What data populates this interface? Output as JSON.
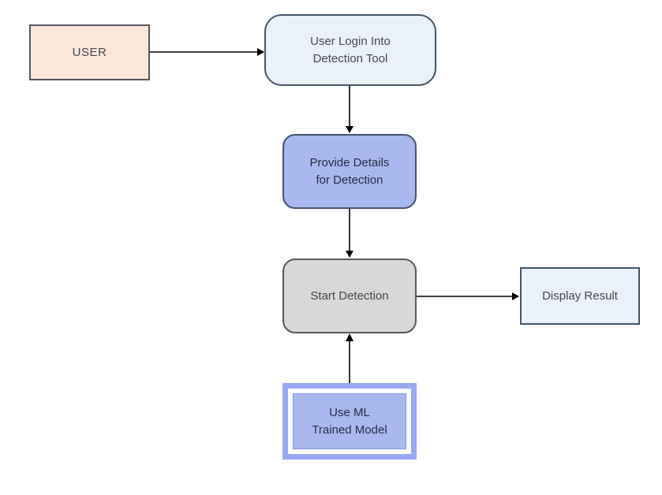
{
  "diagram": {
    "type": "flowchart",
    "nodes": {
      "user": {
        "label": "USER",
        "shape": "rectangle",
        "fill": "#fbe7da"
      },
      "login": {
        "label": "User Login Into\nDetection Tool",
        "shape": "rounded-rectangle",
        "fill": "#eaf1fb"
      },
      "provide": {
        "label": "Provide Details\nfor Detection",
        "shape": "rounded-rectangle",
        "fill": "#aab8f0"
      },
      "start": {
        "label": "Start Detection",
        "shape": "rounded-rectangle",
        "fill": "#d8d8d8"
      },
      "display": {
        "label": "Display Result",
        "shape": "rectangle",
        "fill": "#eaf1fb"
      },
      "ml": {
        "label": "Use ML\nTrained Model",
        "shape": "double-framed-rectangle",
        "fill": "#aab8f0"
      }
    },
    "edges": [
      {
        "from": "user",
        "to": "login",
        "direction": "right"
      },
      {
        "from": "login",
        "to": "provide",
        "direction": "down"
      },
      {
        "from": "provide",
        "to": "start",
        "direction": "down"
      },
      {
        "from": "start",
        "to": "display",
        "direction": "right"
      },
      {
        "from": "ml",
        "to": "start",
        "direction": "up"
      }
    ],
    "colors": {
      "user_fill": "#fbe7da",
      "user_border": "#55555f",
      "light_blue_fill": "#eaf1fb",
      "blue_border": "#44546a",
      "periwinkle_fill": "#aab8f0",
      "periwinkle_frame": "#98a8f3",
      "periwinkle_inner_border": "#8395ee",
      "gray_fill": "#d8d8d8",
      "gray_border": "#595961",
      "arrow": "#000000",
      "text_dark": "#45484f",
      "text_navy": "#272c42"
    }
  }
}
